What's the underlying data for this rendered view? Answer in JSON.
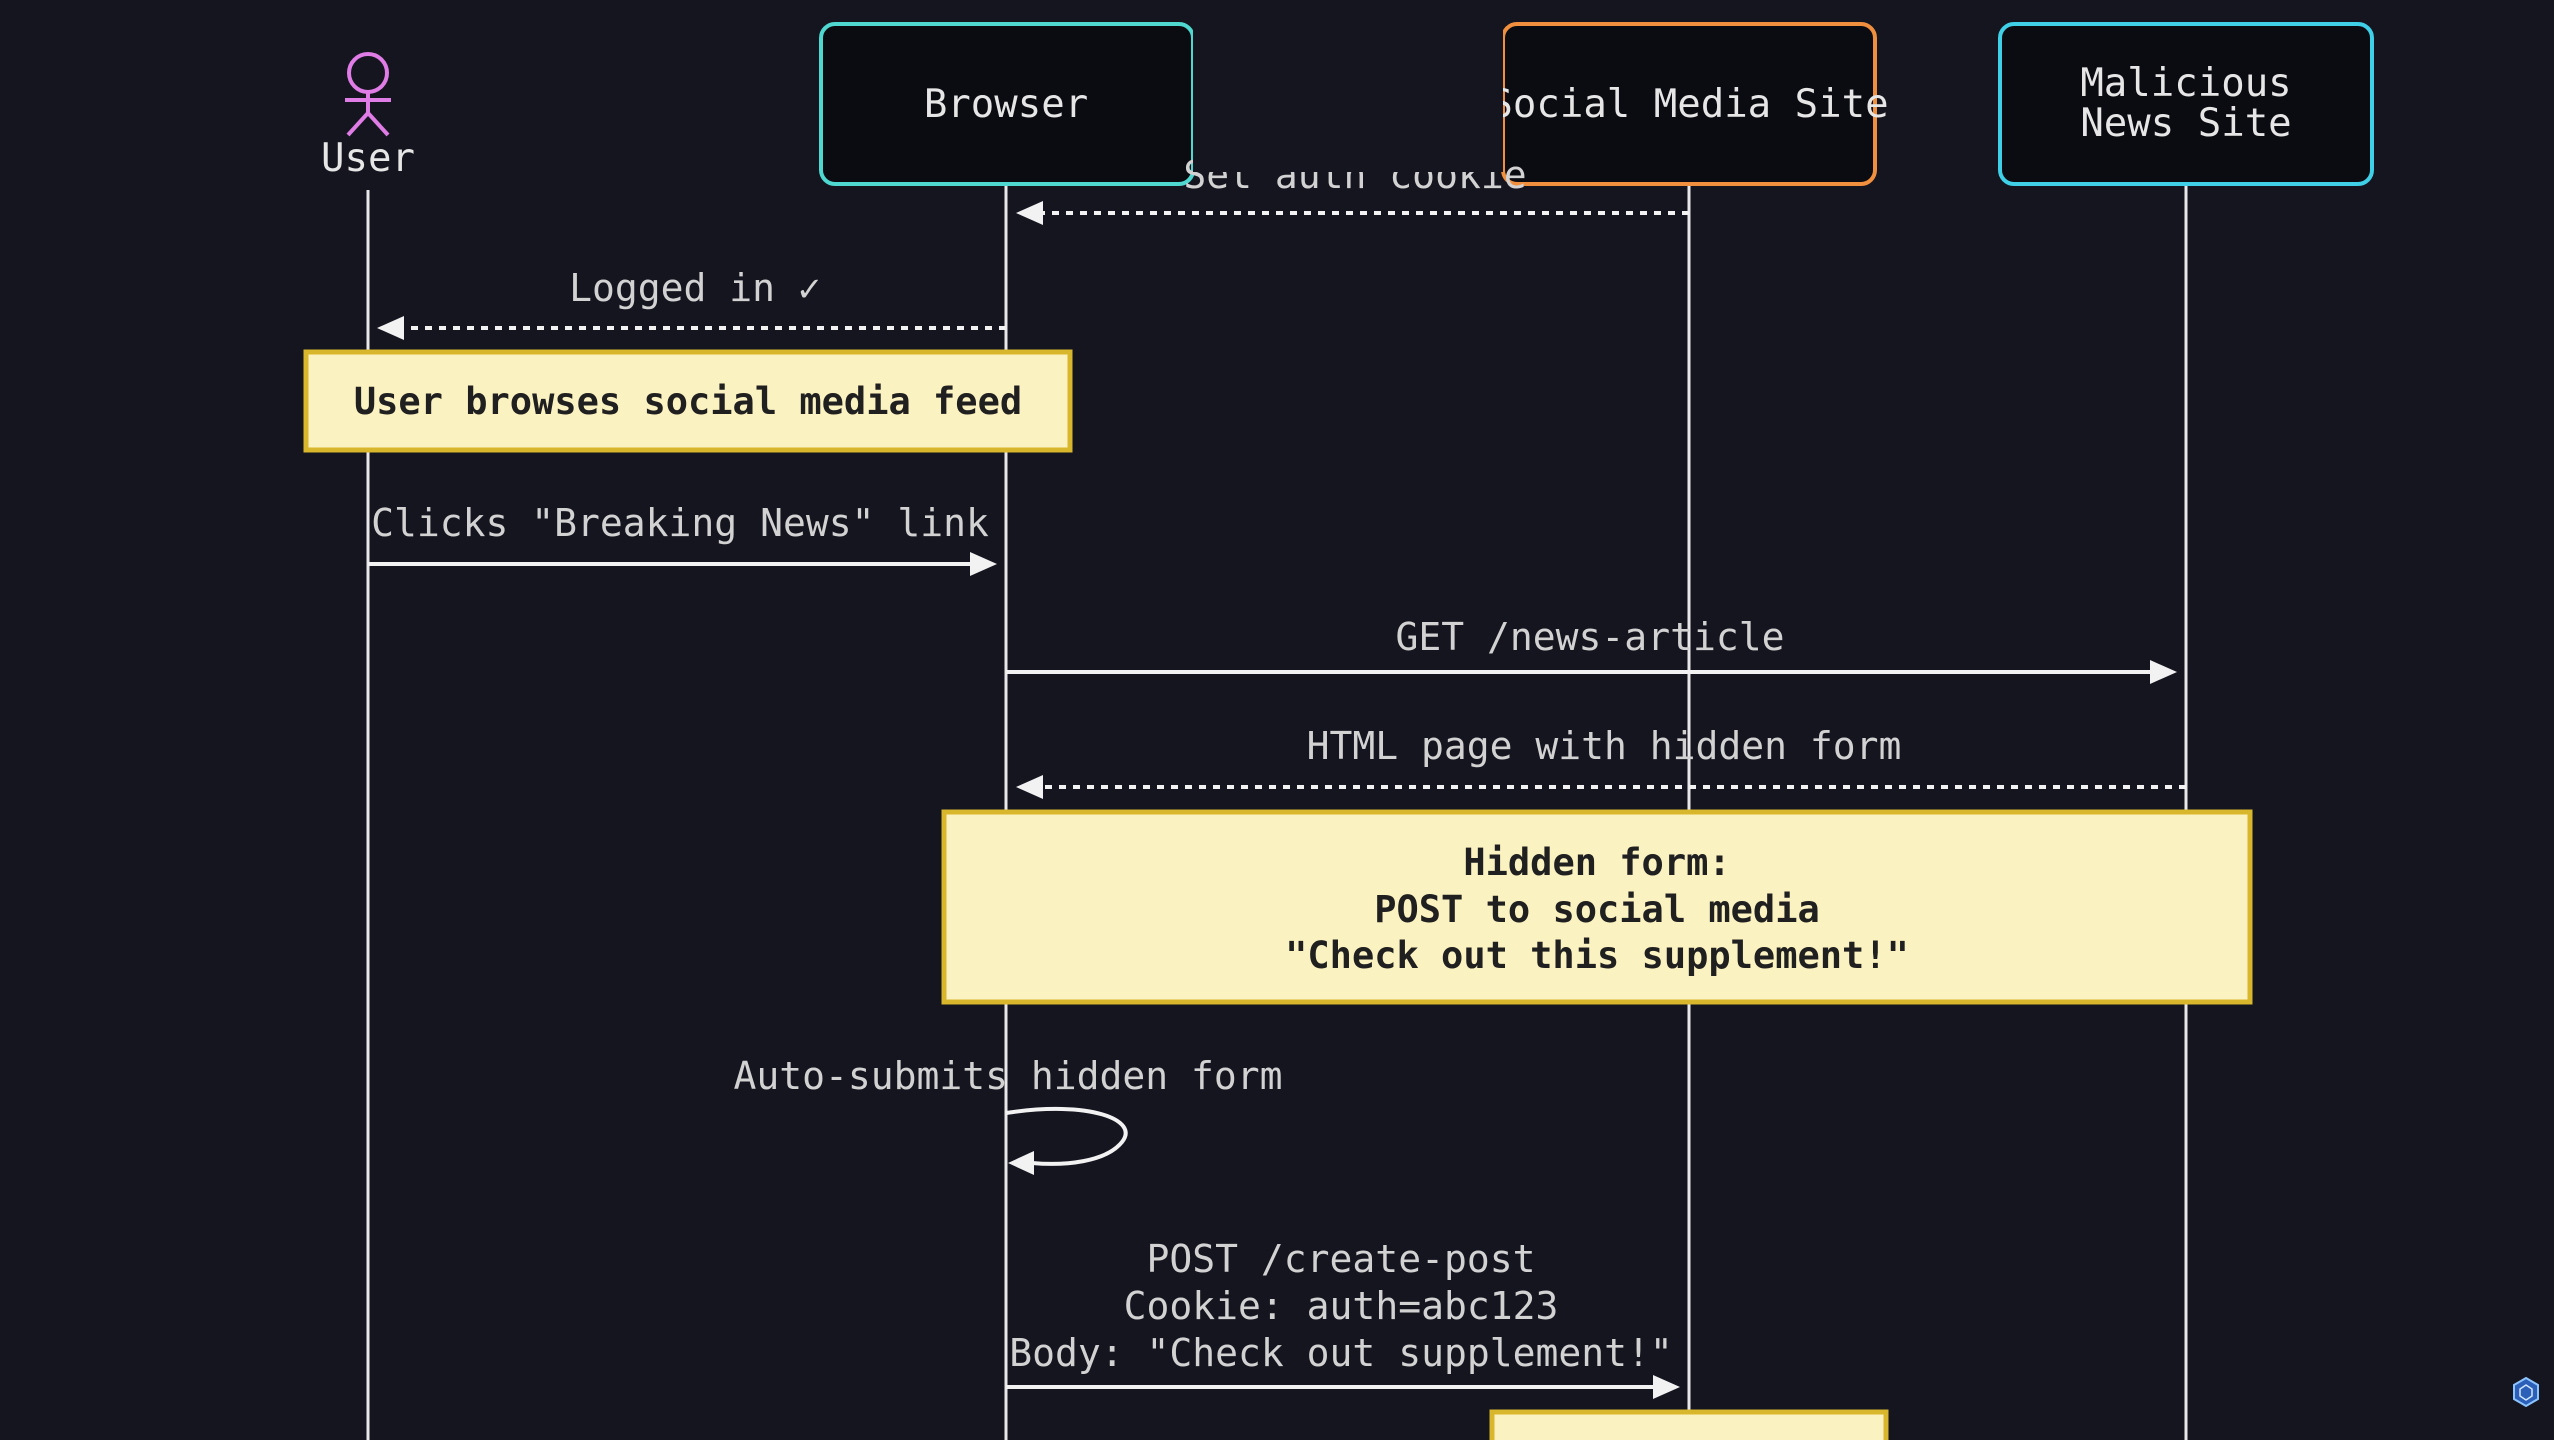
{
  "participants": {
    "user": {
      "label": "User",
      "color": "#e07ce6",
      "icon": "stick-figure-icon"
    },
    "browser": {
      "label": "Browser",
      "color": "#4ed8cf"
    },
    "social": {
      "label": "Social Media Site",
      "color": "#f0903e"
    },
    "malicious": {
      "label_line1": "Malicious",
      "label_line2": "News Site",
      "color": "#3fd0e8"
    }
  },
  "messages": {
    "set_cookie": "Set auth cookie",
    "logged_in": "Logged in ✓",
    "clicks_link": "Clicks \"Breaking News\" link",
    "get_article": "GET /news-article",
    "html_page": "HTML page with hidden form",
    "auto_submit": "Auto-submits hidden form",
    "post_line1": "POST /create-post",
    "post_line2": "Cookie: auth=abc123",
    "post_line3": "Body: \"Check out supplement!\""
  },
  "notes": {
    "browse": "User browses social media feed",
    "hidden_form_line1": "Hidden form:",
    "hidden_form_line2": "POST to social media",
    "hidden_form_line3": "\"Check out this supplement!\""
  },
  "corner_icon": "hexagon-logo-icon"
}
